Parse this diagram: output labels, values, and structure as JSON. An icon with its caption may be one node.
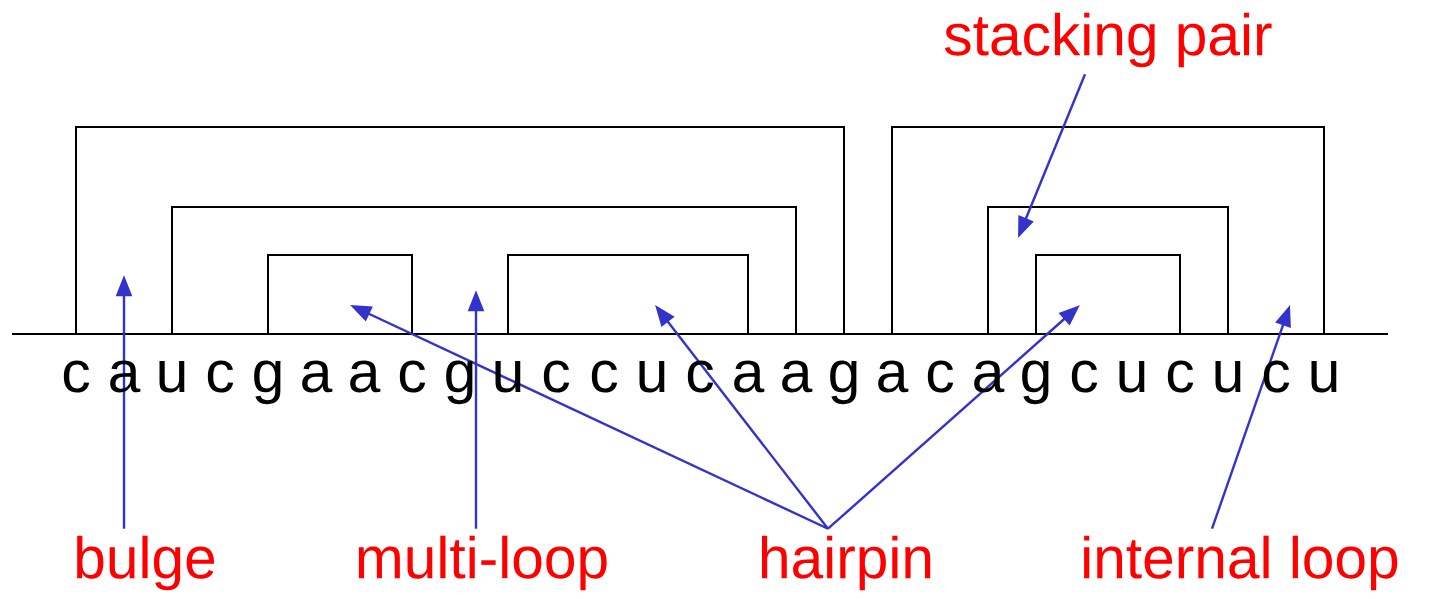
{
  "diagram": {
    "nodes": [
      {
        "text": [
          "stacking pair"
        ]
      },
      {
        "text": [
          "bulge"
        ]
      },
      {
        "text": [
          "multi-loop"
        ]
      },
      {
        "text": [
          "hairpin"
        ]
      },
      {
        "text": [
          "internal loop"
        ]
      }
    ],
    "edges": [
      {
        "from": 0,
        "to": null,
        "arrow": "to"
      },
      {
        "from": 1,
        "to": null,
        "arrow": "to"
      },
      {
        "from": 2,
        "to": null,
        "arrow": "to"
      },
      {
        "from": 3,
        "to": null,
        "arrow": "to"
      },
      {
        "from": 3,
        "to": null,
        "arrow": "to"
      },
      {
        "from": 3,
        "to": null,
        "arrow": "to"
      },
      {
        "from": 4,
        "to": null,
        "arrow": "to"
      }
    ],
    "labels": [
      "c",
      "a",
      "u",
      "c",
      "g",
      "a",
      "a",
      "c",
      "g",
      "u",
      "c",
      "c",
      "u",
      "c",
      "a",
      "a",
      "g",
      "a",
      "c",
      "a",
      "g",
      "c",
      "u",
      "c",
      "u",
      "c",
      "u"
    ]
  }
}
